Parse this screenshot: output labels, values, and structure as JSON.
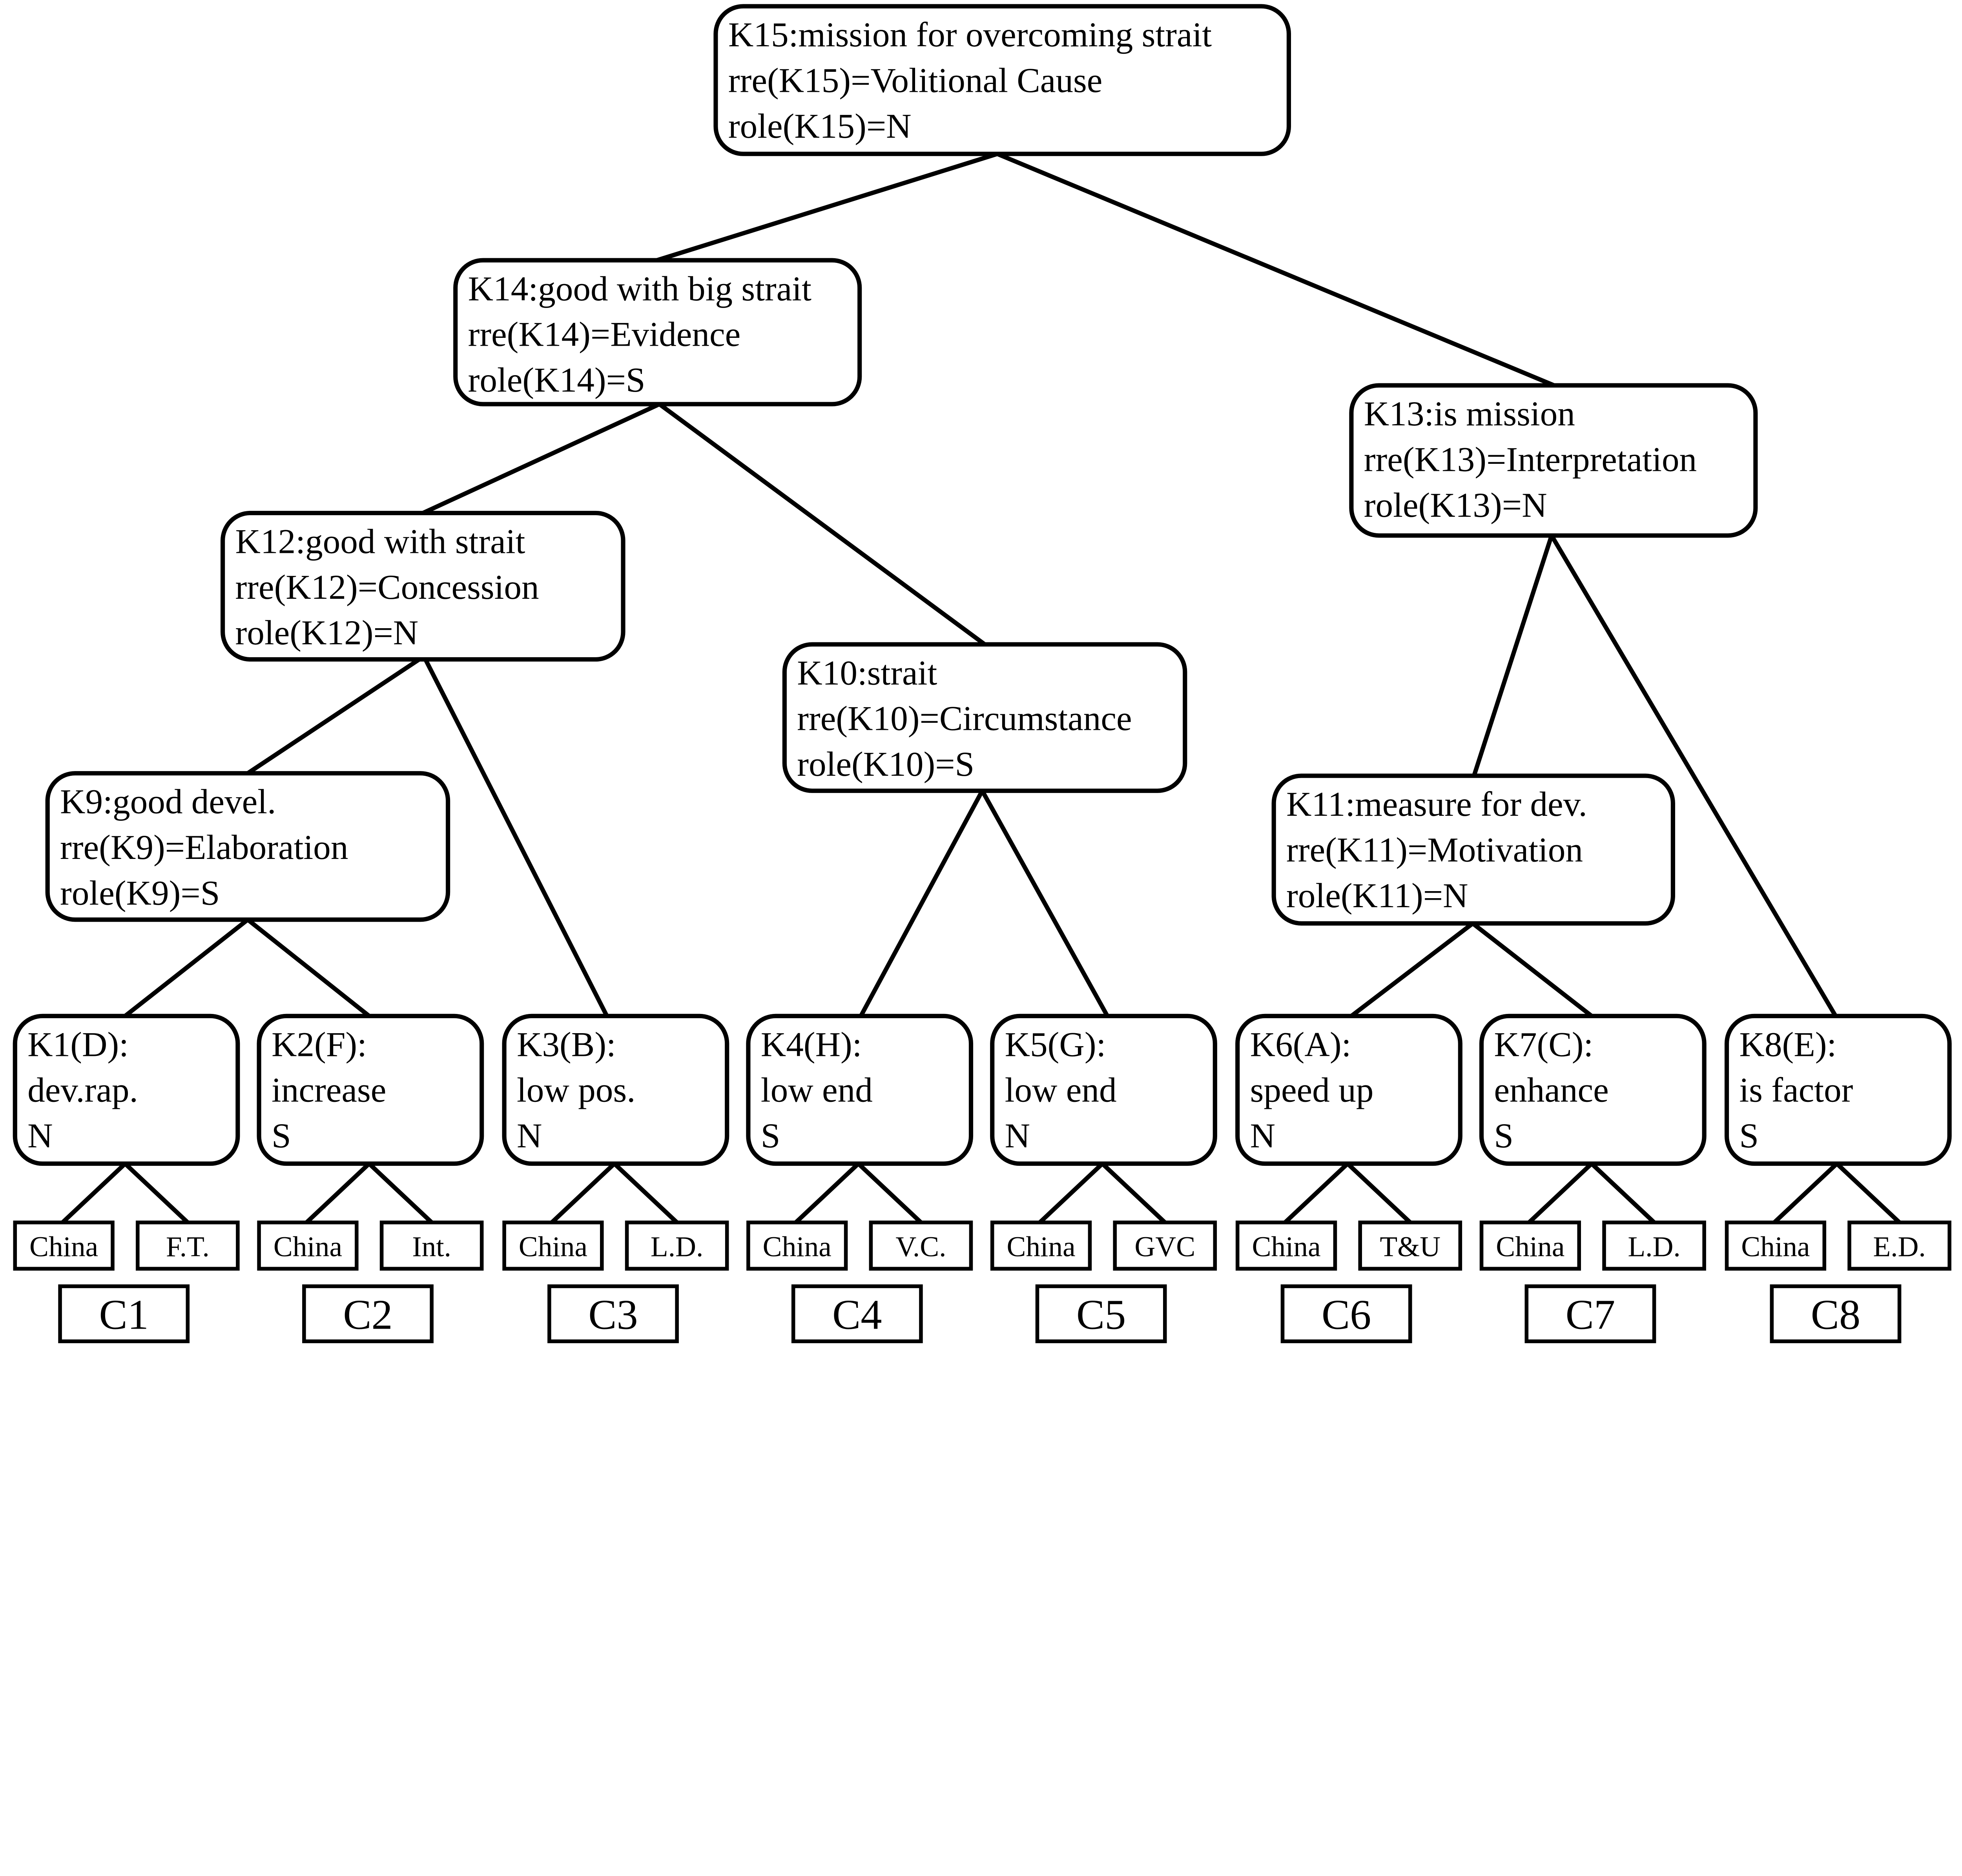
{
  "diagram": {
    "nodes": [
      {
        "id": "K15",
        "lines": [
          "K15:mission for overcoming strait",
          "rre(K15)=Volitional Cause",
          "role(K15)=N"
        ],
        "children": [
          "K14",
          "K13"
        ]
      },
      {
        "id": "K14",
        "lines": [
          "K14:good with big strait",
          "rre(K14)=Evidence",
          "role(K14)=S"
        ],
        "children": [
          "K12",
          "K10"
        ]
      },
      {
        "id": "K13",
        "lines": [
          "K13:is mission",
          "rre(K13)=Interpretation",
          "role(K13)=N"
        ],
        "children": [
          "K11",
          "K8"
        ]
      },
      {
        "id": "K12",
        "lines": [
          "K12:good with strait",
          "rre(K12)=Concession",
          "role(K12)=N"
        ],
        "children": [
          "K9",
          "K3"
        ]
      },
      {
        "id": "K10",
        "lines": [
          "K10:strait",
          "rre(K10)=Circumstance",
          "role(K10)=S"
        ],
        "children": [
          "K4",
          "K5"
        ]
      },
      {
        "id": "K9",
        "lines": [
          "K9:good devel.",
          "rre(K9)=Elaboration",
          "role(K9)=S"
        ],
        "children": [
          "K1",
          "K2"
        ]
      },
      {
        "id": "K11",
        "lines": [
          "K11:measure for dev.",
          "rre(K11)=Motivation",
          "role(K11)=N"
        ],
        "children": [
          "K6",
          "K7"
        ]
      },
      {
        "id": "K1",
        "lines": [
          "K1(D):",
          "dev.rap.",
          "N"
        ],
        "args": [
          "China",
          "F.T."
        ],
        "clause": "C1"
      },
      {
        "id": "K2",
        "lines": [
          "K2(F):",
          "increase",
          "S"
        ],
        "args": [
          "China",
          "Int."
        ],
        "clause": "C2"
      },
      {
        "id": "K3",
        "lines": [
          "K3(B):",
          "low pos.",
          "N"
        ],
        "args": [
          "China",
          "L.D."
        ],
        "clause": "C3"
      },
      {
        "id": "K4",
        "lines": [
          "K4(H):",
          "low end",
          "S"
        ],
        "args": [
          "China",
          "V.C."
        ],
        "clause": "C4"
      },
      {
        "id": "K5",
        "lines": [
          "K5(G):",
          "low end",
          "N"
        ],
        "args": [
          "China",
          "GVC"
        ],
        "clause": "C5"
      },
      {
        "id": "K6",
        "lines": [
          "K6(A):",
          "speed up",
          "N"
        ],
        "args": [
          "China",
          "T&U"
        ],
        "clause": "C6"
      },
      {
        "id": "K7",
        "lines": [
          "K7(C):",
          "enhance",
          "S"
        ],
        "args": [
          "China",
          "L.D."
        ],
        "clause": "C7"
      },
      {
        "id": "K8",
        "lines": [
          "K8(E):",
          "is factor",
          "S"
        ],
        "args": [
          "China",
          "E.D."
        ],
        "clause": "C8"
      }
    ]
  }
}
